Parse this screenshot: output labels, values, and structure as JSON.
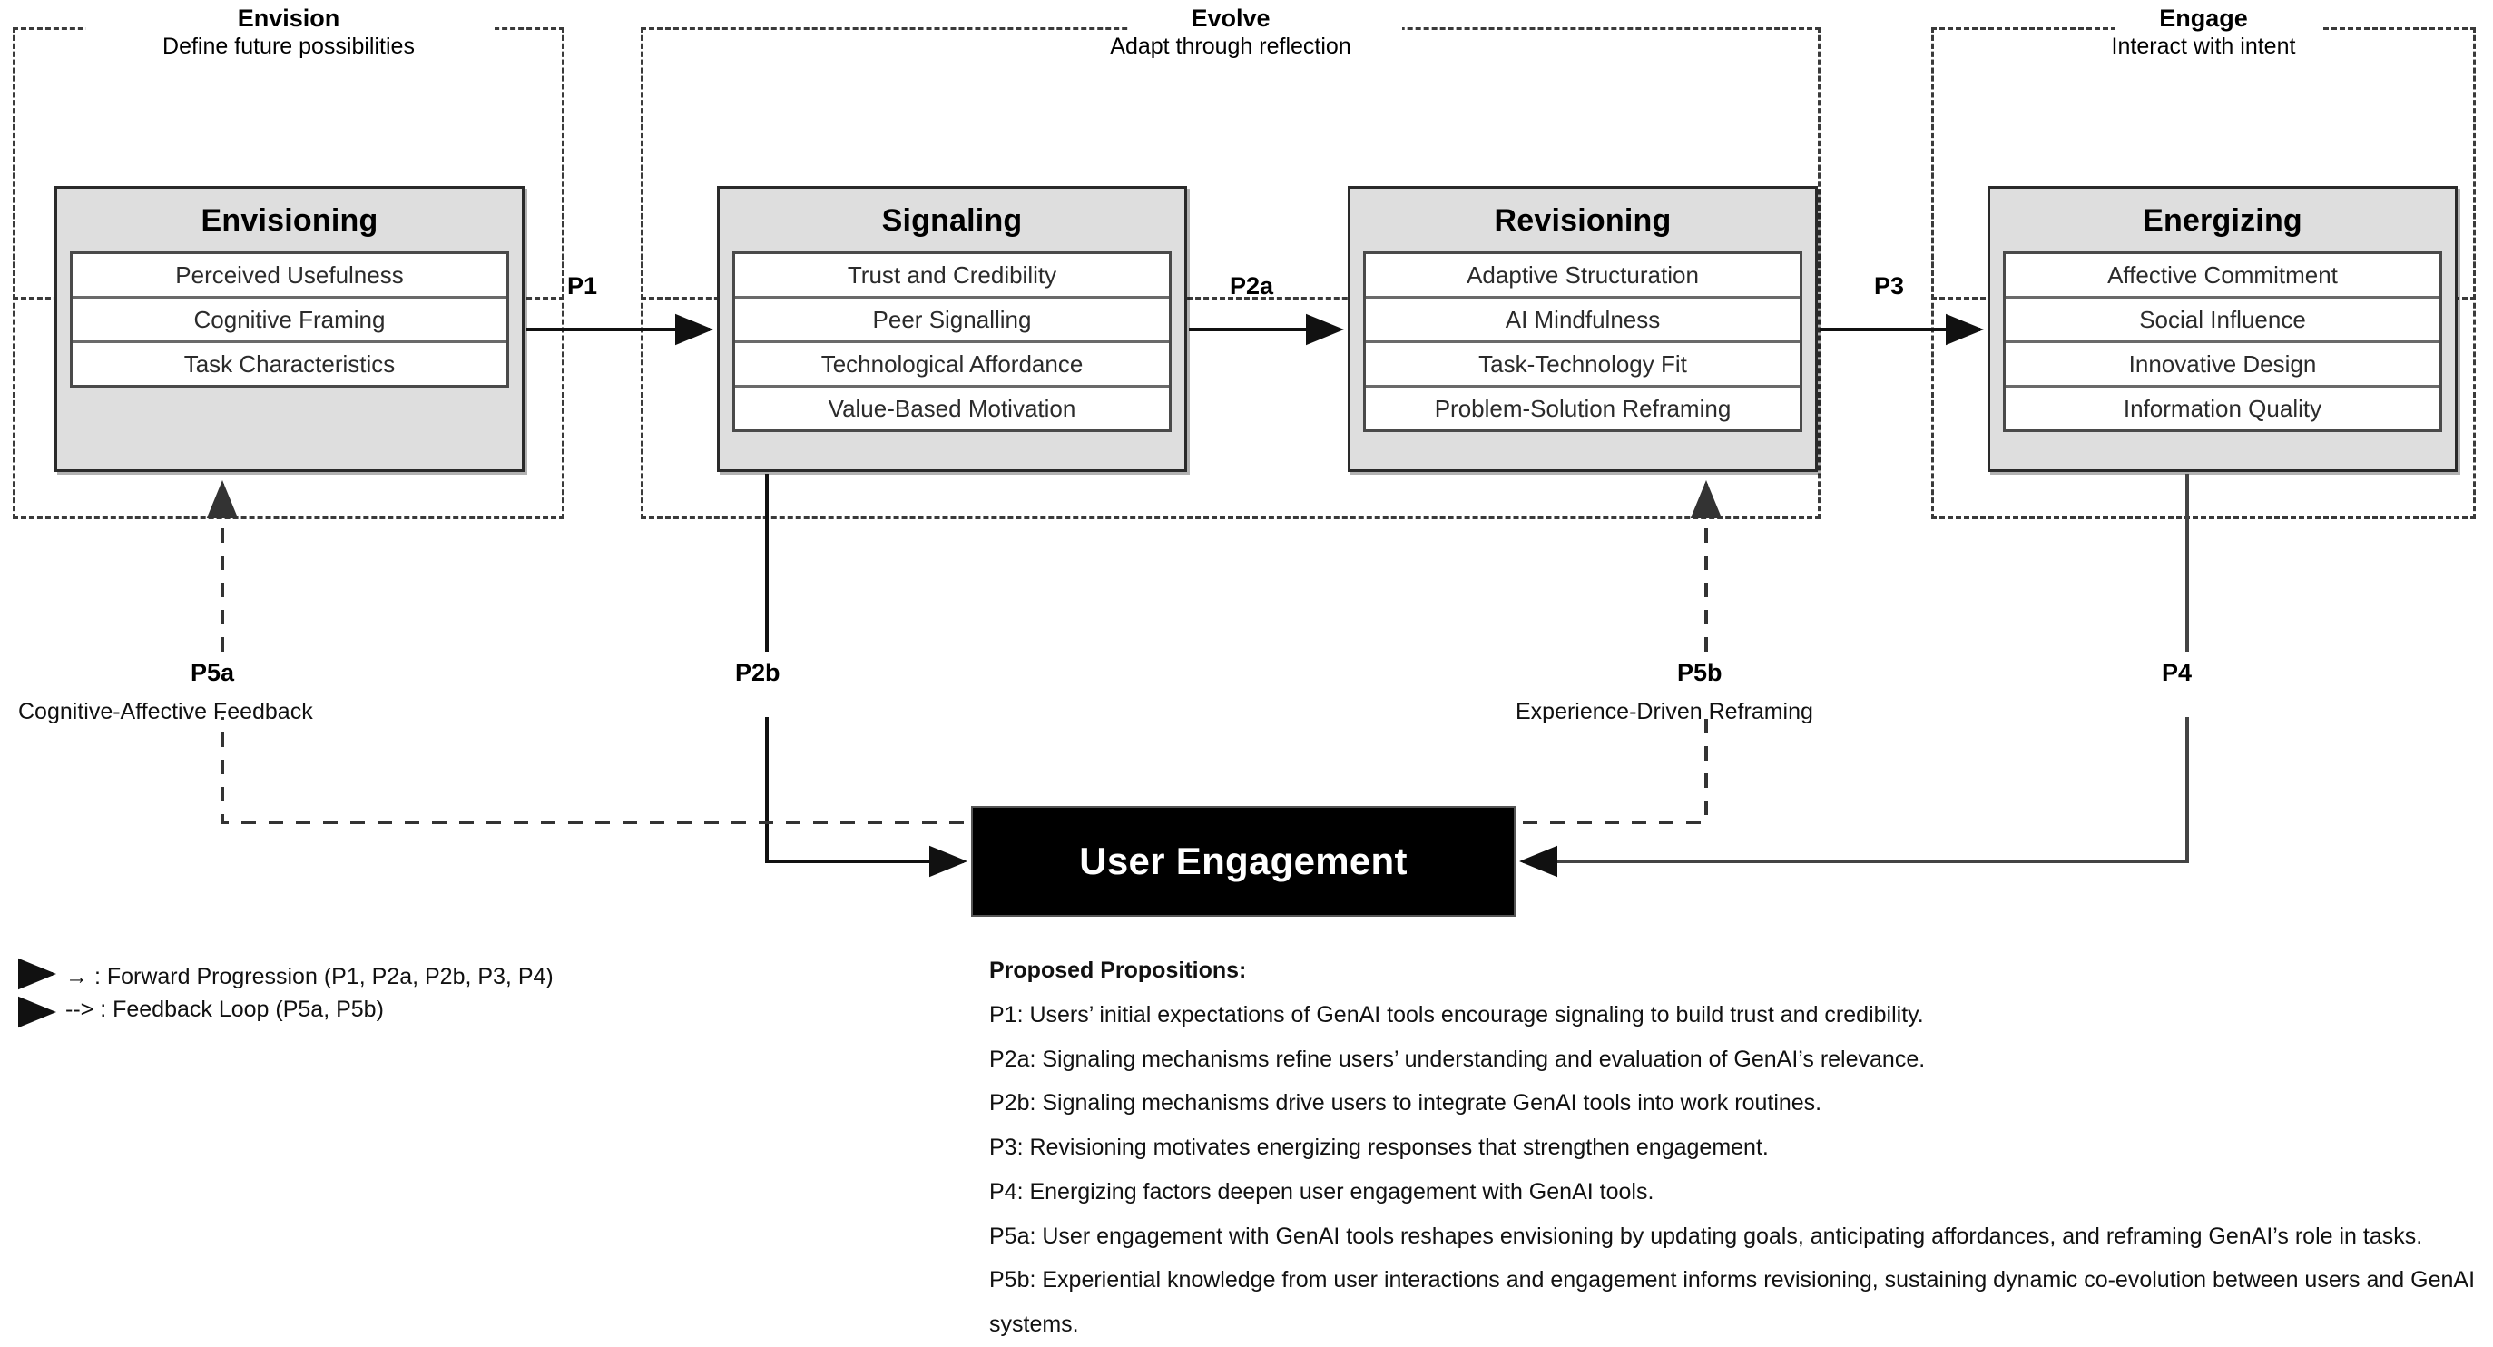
{
  "phases": [
    {
      "id": "envision",
      "title": "Envision",
      "subtitle": "Define future possibilities"
    },
    {
      "id": "evolve",
      "title": "Evolve",
      "subtitle": "Adapt through reflection"
    },
    {
      "id": "engage",
      "title": "Engage",
      "subtitle": "Interact with intent"
    }
  ],
  "constructs": [
    {
      "id": "envisioning",
      "title": "Envisioning",
      "items": [
        "Perceived Usefulness",
        "Cognitive Framing",
        "Task Characteristics"
      ]
    },
    {
      "id": "signaling",
      "title": "Signaling",
      "items": [
        "Trust and Credibility",
        "Peer Signalling",
        "Technological Affordance",
        "Value-Based Motivation"
      ]
    },
    {
      "id": "revisioning",
      "title": "Revisioning",
      "items": [
        "Adaptive Structuration",
        "AI Mindfulness",
        "Task-Technology Fit",
        "Problem-Solution Reframing"
      ]
    },
    {
      "id": "energizing",
      "title": "Energizing",
      "items": [
        "Affective Commitment",
        "Social Influence",
        "Innovative Design",
        "Information Quality"
      ]
    }
  ],
  "outcome": {
    "label": "User Engagement"
  },
  "edges": [
    {
      "id": "p1",
      "label": "P1",
      "sublabel": ""
    },
    {
      "id": "p2a",
      "label": "P2a",
      "sublabel": ""
    },
    {
      "id": "p3",
      "label": "P3",
      "sublabel": ""
    },
    {
      "id": "p2b",
      "label": "P2b",
      "sublabel": ""
    },
    {
      "id": "p4",
      "label": "P4",
      "sublabel": ""
    },
    {
      "id": "p5a",
      "label": "P5a",
      "sublabel": "Cognitive-Affective Feedback"
    },
    {
      "id": "p5b",
      "label": "P5b",
      "sublabel": "Experience-Driven Reframing"
    }
  ],
  "legend": {
    "forward": "→ : Forward Progression (P1, P2a, P2b, P3, P4)",
    "feedback": "--> : Feedback Loop (P5a, P5b)"
  },
  "propositions": {
    "heading": "Proposed Propositions:",
    "items": [
      "P1: Users’ initial expectations of GenAI tools encourage signaling to build trust and credibility.",
      "P2a: Signaling mechanisms refine users’ understanding and evaluation of GenAI’s relevance.",
      "P2b: Signaling mechanisms drive users to integrate GenAI tools into work routines.",
      "P3: Revisioning motivates energizing responses that strengthen engagement.",
      "P4: Energizing factors deepen user engagement with GenAI tools.",
      "P5a: User engagement with GenAI tools reshapes envisioning by updating goals, anticipating affordances, and reframing GenAI’s role in tasks.",
      "P5b: Experiential knowledge from user interactions and engagement informs revisioning, sustaining dynamic co-evolution between users and GenAI systems."
    ]
  },
  "colors": {
    "construct_fill": "#dedede",
    "construct_border": "#2a2a2a",
    "item_fill": "#ffffff",
    "outcome_fill": "#000000",
    "outcome_text": "#ffffff",
    "line": "#1a1a1a",
    "dashed_container": "#3a3a3a"
  }
}
